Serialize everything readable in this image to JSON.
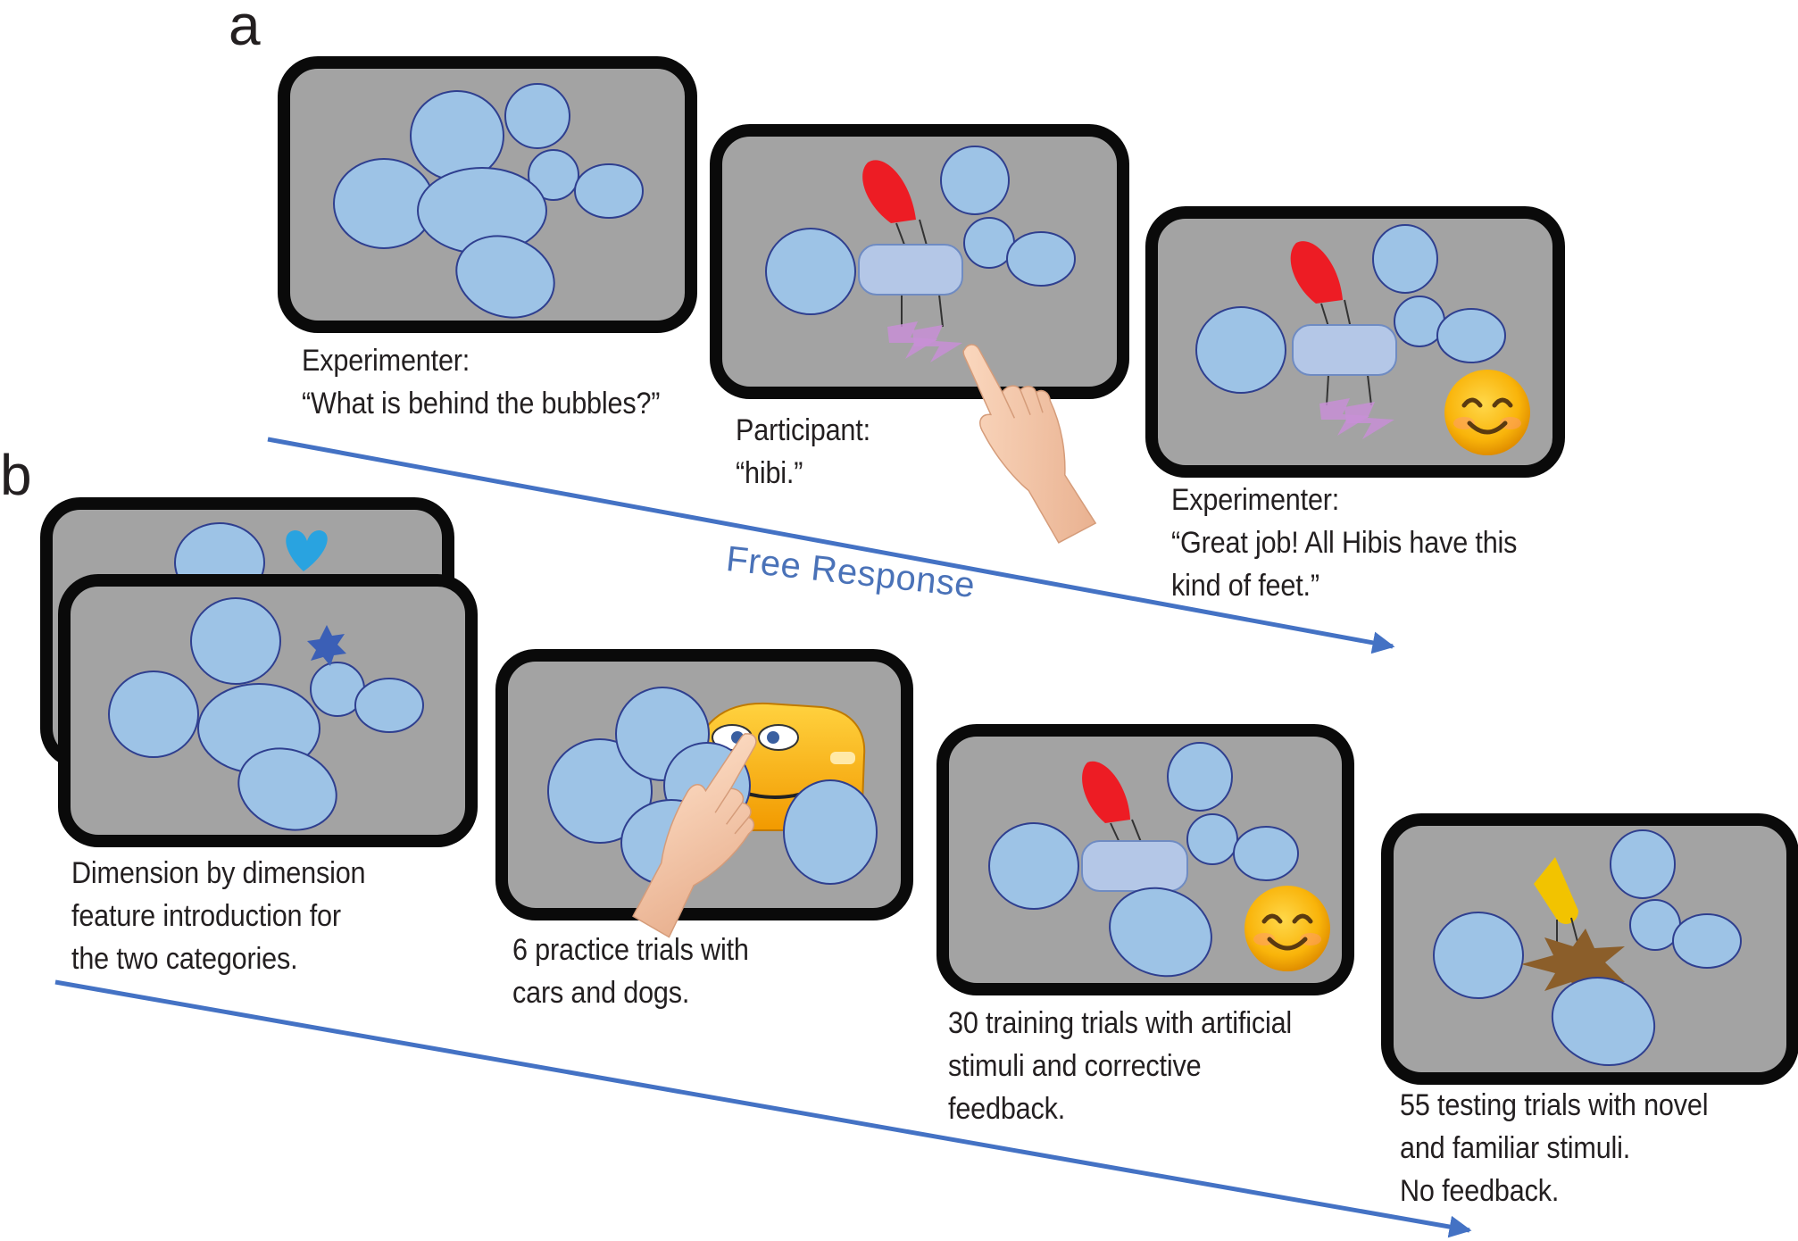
{
  "panel_a": {
    "letter": "a",
    "caption_1": {
      "speaker": "Experimenter:",
      "line": "“What is behind the bubbles?”"
    },
    "caption_2": {
      "speaker": "Participant:",
      "line": "“hibi.”"
    },
    "caption_3": {
      "speaker": "Experimenter:",
      "line_1": "“Great job! All Hibis have this",
      "line_2": "kind of feet.”"
    },
    "flow_label": "Free Response"
  },
  "panel_b": {
    "letter": "b",
    "caption_1": {
      "line_1": "Dimension by dimension",
      "line_2": "feature introduction for",
      "line_3": "the two categories."
    },
    "caption_2": {
      "line_1": "6 practice trials with",
      "line_2": "cars and dogs."
    },
    "caption_3": {
      "line_1": "30 training trials with artificial",
      "line_2": "stimuli and corrective",
      "line_3": "feedback."
    },
    "caption_4": {
      "line_1": "55 testing trials with novel",
      "line_2": "and familiar stimuli.",
      "line_3": "No feedback."
    }
  },
  "colors": {
    "screen_frame": "#0a0a0a",
    "screen_fill": "#a3a3a3",
    "bubble_fill": "#9dc3e6",
    "bubble_stroke": "#2f3f8f",
    "arrow": "#4472c4",
    "head_red": "#ed1c24",
    "body_lavender": "#b4c7e7",
    "feet_pink": "#c88fd6",
    "smiley": "#f7b500"
  },
  "icons": [
    "smiley-face-icon",
    "pointing-hand-icon",
    "cartoon-car-icon",
    "heart-icon",
    "star-icon"
  ]
}
